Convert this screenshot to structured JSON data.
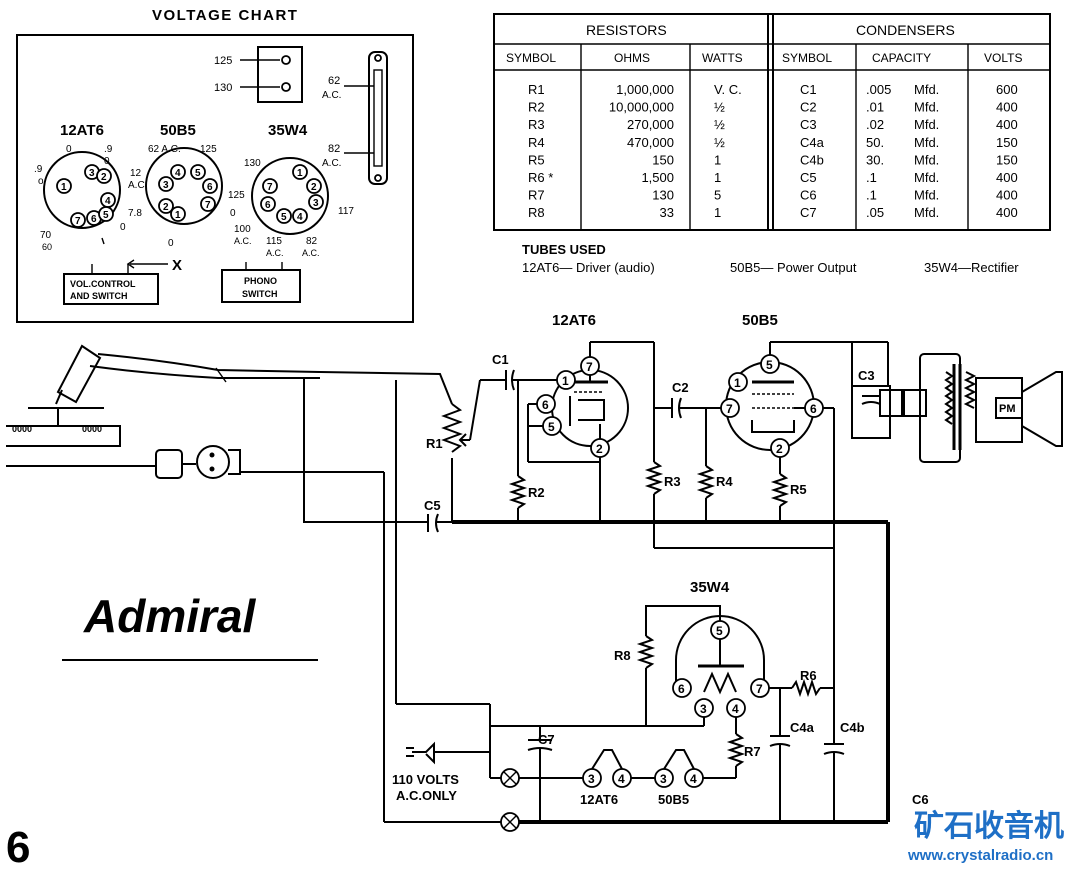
{
  "voltage_chart": {
    "title": "VOLTAGE CHART",
    "switch_labels": [
      "125",
      "130"
    ],
    "ac_right": [
      "62",
      "A.C.",
      "82",
      "A.C."
    ],
    "tubes": [
      {
        "name": "12AT6",
        "pins": [
          "1",
          "2",
          "3",
          "4",
          "5",
          "6",
          "7"
        ],
        "voltages": [
          ".9",
          "o",
          "0",
          ".9",
          "0",
          "12",
          "A.C.",
          "7.8",
          "0",
          "70",
          "60"
        ]
      },
      {
        "name": "50B5",
        "pins": [
          "1",
          "2",
          "3",
          "4",
          "5",
          "6",
          "7"
        ],
        "voltages": [
          "62 A.C.",
          "125",
          "125",
          "0",
          "0"
        ]
      },
      {
        "name": "35W4",
        "pins": [
          "1",
          "2",
          "3",
          "4",
          "5",
          "6",
          "7"
        ],
        "voltages": [
          "130",
          "117",
          "100",
          "A.C.",
          "115",
          "A.C.",
          "82",
          "A.C."
        ]
      }
    ],
    "vol_control": [
      "VOL.CONTROL",
      "AND SWITCH"
    ],
    "x_mark": "X",
    "phono_switch": [
      "PHONO",
      "SWITCH"
    ]
  },
  "parts_table": {
    "resistors_header": "RESISTORS",
    "condensers_header": "CONDENSERS",
    "resistor_columns": [
      "SYMBOL",
      "OHMS",
      "WATTS"
    ],
    "condenser_columns": [
      "SYMBOL",
      "CAPACITY",
      "VOLTS"
    ],
    "resistors": [
      {
        "symbol": "R1",
        "ohms": "1,000,000",
        "watts": "V. C."
      },
      {
        "symbol": "R2",
        "ohms": "10,000,000",
        "watts": "½"
      },
      {
        "symbol": "R3",
        "ohms": "270,000",
        "watts": "½"
      },
      {
        "symbol": "R4",
        "ohms": "470,000",
        "watts": "½"
      },
      {
        "symbol": "R5",
        "ohms": "150",
        "watts": "1"
      },
      {
        "symbol": "R6 *",
        "ohms": "1,500",
        "watts": "1"
      },
      {
        "symbol": "R7",
        "ohms": "130",
        "watts": "5"
      },
      {
        "symbol": "R8",
        "ohms": "33",
        "watts": "1"
      }
    ],
    "condensers": [
      {
        "symbol": "C1",
        "capacity": ".005",
        "unit": "Mfd.",
        "volts": "600"
      },
      {
        "symbol": "C2",
        "capacity": ".01",
        "unit": "Mfd.",
        "volts": "400"
      },
      {
        "symbol": "C3",
        "capacity": ".02",
        "unit": "Mfd.",
        "volts": "400"
      },
      {
        "symbol": "C4a",
        "capacity": "50.",
        "unit": "Mfd.",
        "volts": "150"
      },
      {
        "symbol": "C4b",
        "capacity": "30.",
        "unit": "Mfd.",
        "volts": "150"
      },
      {
        "symbol": "C5",
        "capacity": ".1",
        "unit": "Mfd.",
        "volts": "400"
      },
      {
        "symbol": "C6",
        "capacity": ".1",
        "unit": "Mfd.",
        "volts": "400"
      },
      {
        "symbol": "C7",
        "capacity": ".05",
        "unit": "Mfd.",
        "volts": "400"
      }
    ]
  },
  "tubes_used": {
    "title": "TUBES USED",
    "items": [
      "12AT6— Driver (audio)",
      "50B5— Power Output",
      "35W4—Rectifier"
    ]
  },
  "schematic": {
    "tube_labels": [
      "12AT6",
      "50B5",
      "35W4"
    ],
    "component_labels": [
      "C1",
      "C2",
      "C3",
      "R1",
      "R2",
      "R3",
      "R4",
      "R5",
      "C5",
      "R8",
      "R6",
      "R7",
      "C7",
      "C4a",
      "C4b",
      "C6"
    ],
    "speaker_label": "PM",
    "mains_label": [
      "110 VOLTS",
      "A.C.ONLY"
    ],
    "heater_labels": [
      "12AT6",
      "50B5"
    ],
    "brand": "Admiral",
    "page_number": "6"
  },
  "watermark": {
    "cn_text": "矿石收音机",
    "url": "www.crystalradio.cn"
  }
}
